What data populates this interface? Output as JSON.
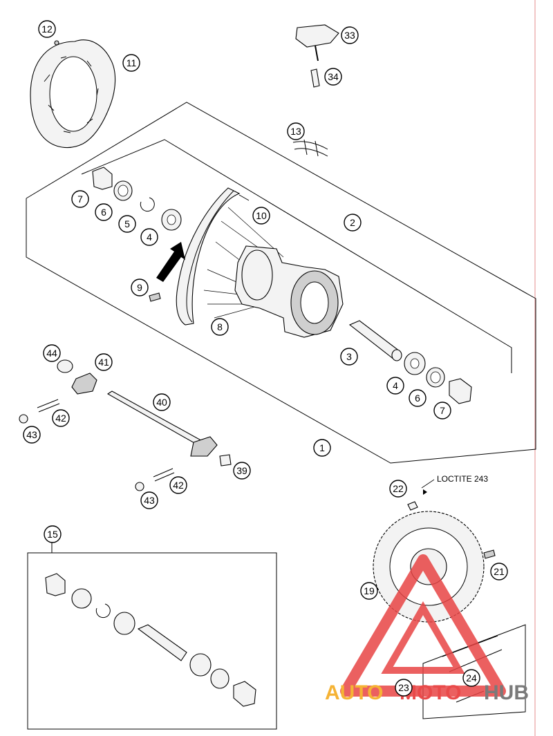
{
  "callouts": [
    {
      "id": "12"
    },
    {
      "id": "11"
    },
    {
      "id": "33"
    },
    {
      "id": "34"
    },
    {
      "id": "13"
    },
    {
      "id": "7"
    },
    {
      "id": "6"
    },
    {
      "id": "5"
    },
    {
      "id": "4"
    },
    {
      "id": "10"
    },
    {
      "id": "2"
    },
    {
      "id": "9"
    },
    {
      "id": "8"
    },
    {
      "id": "3"
    },
    {
      "id": "4b",
      "label": "4"
    },
    {
      "id": "6b",
      "label": "6"
    },
    {
      "id": "7b",
      "label": "7"
    },
    {
      "id": "44"
    },
    {
      "id": "41"
    },
    {
      "id": "40"
    },
    {
      "id": "42"
    },
    {
      "id": "43"
    },
    {
      "id": "1"
    },
    {
      "id": "39"
    },
    {
      "id": "42b",
      "label": "42"
    },
    {
      "id": "43b",
      "label": "43"
    },
    {
      "id": "22"
    },
    {
      "id": "19"
    },
    {
      "id": "21"
    },
    {
      "id": "15"
    },
    {
      "id": "23"
    },
    {
      "id": "24"
    }
  ],
  "note": "LOCTITE 243",
  "watermark": {
    "left": "AUTO",
    "middle": "MOTO",
    "right": "HUB",
    "colors": {
      "left": "#f5b335",
      "middle": "#e94a4a",
      "right": "#7a7a7a"
    },
    "logo_color": "#e84545"
  }
}
